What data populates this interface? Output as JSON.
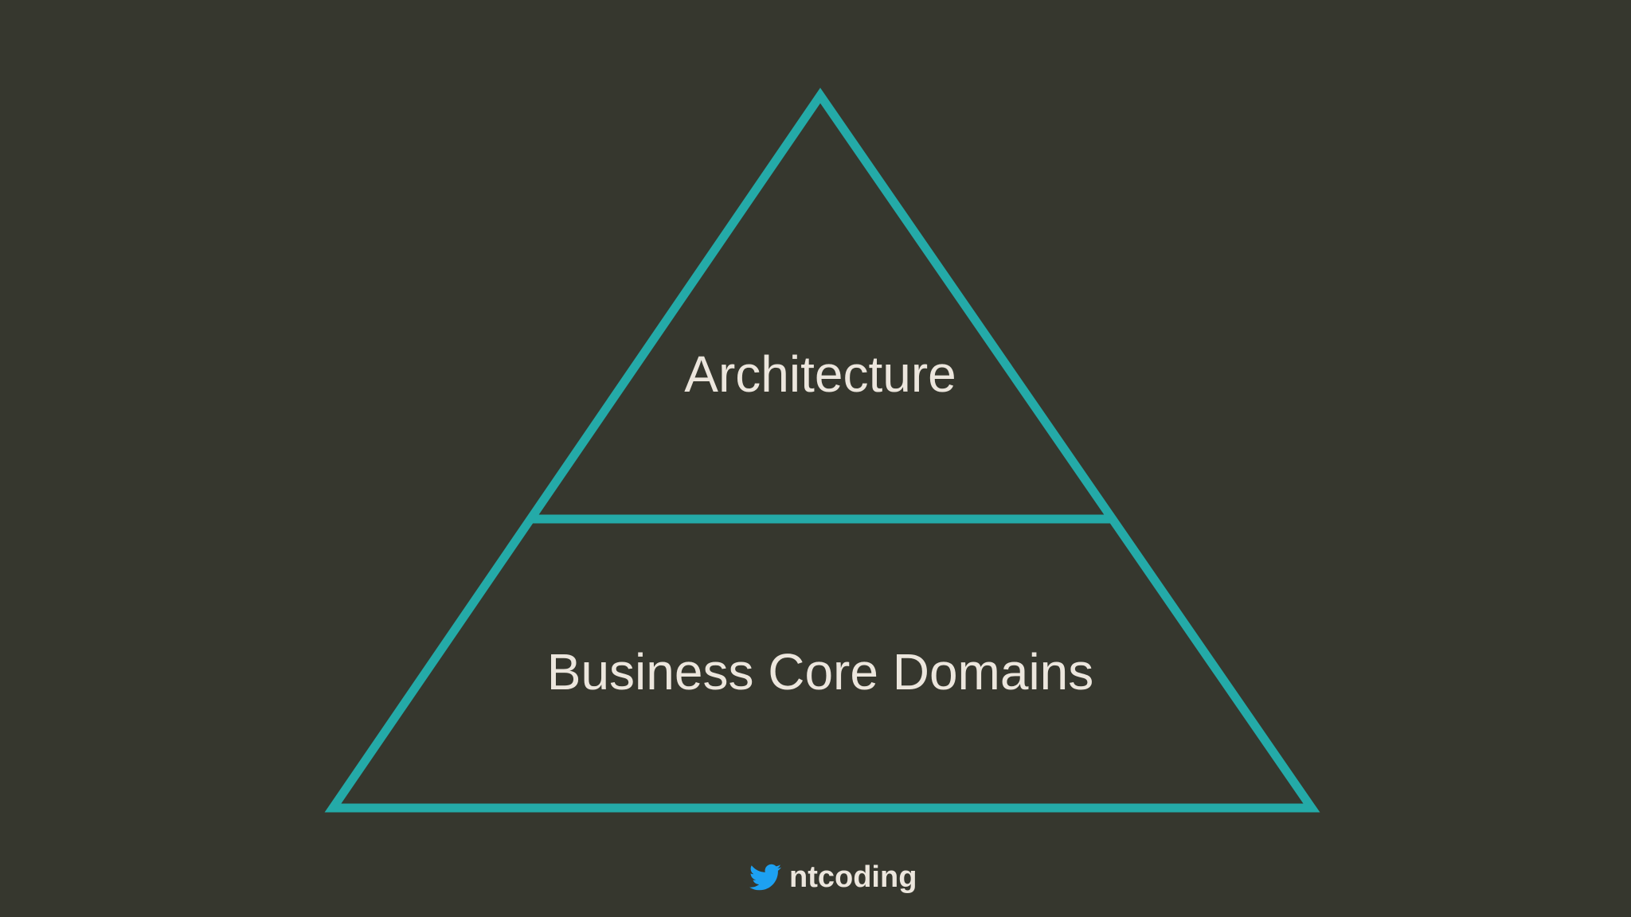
{
  "slide": {
    "background_color": "#36372e",
    "line_color": "#24aaa8",
    "text_color": "#ece6dd"
  },
  "pyramid": {
    "top_section": {
      "label": "Architecture"
    },
    "bottom_section": {
      "label": "Business Core Domains"
    }
  },
  "footer": {
    "icon": "twitter-bird-icon",
    "icon_color": "#1da1f2",
    "handle": "ntcoding"
  }
}
